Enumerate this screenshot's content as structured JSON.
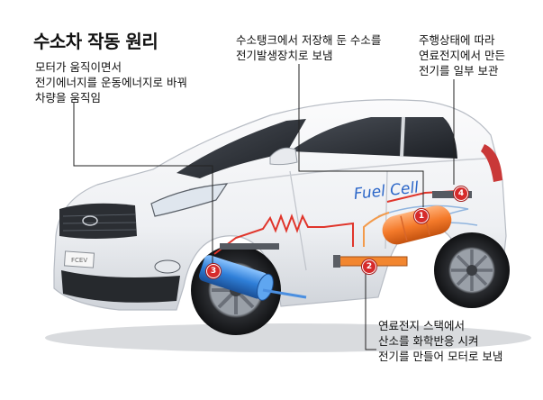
{
  "title": "수소차 작동 원리",
  "descriptions": {
    "motor": [
      "모터가 움직이면서",
      "전기에너지를 운동에너지로 바꿔",
      "차량을 움직임"
    ],
    "hydrogen_tank": [
      "수소탱크에서 저장해 둔 수소를",
      "전기발생장치로 보냄"
    ],
    "battery": [
      "주행상태에 따라",
      "연료전지에서 만든",
      "전기를 일부 보관"
    ],
    "fuel_cell_stack": [
      "연료전지 스택에서",
      "산소를 화학반응 시켜",
      "전기를 만들어 모터로 보냄"
    ]
  },
  "callouts": {
    "hydrogen_tank": "1",
    "fuel_cell_stack": "2",
    "motor": "3",
    "battery": "4"
  },
  "car_graphics": {
    "brand_text": "Fuel Cell",
    "plate_text": "FCEV"
  },
  "colors": {
    "car_body": "#f4f5f7",
    "tank_orange": "#f47a2a",
    "motor_blue": "#2f7fd8",
    "callout_red": "#d62b2b",
    "leader_line": "#222222",
    "brand_blue": "#2b66c8"
  }
}
